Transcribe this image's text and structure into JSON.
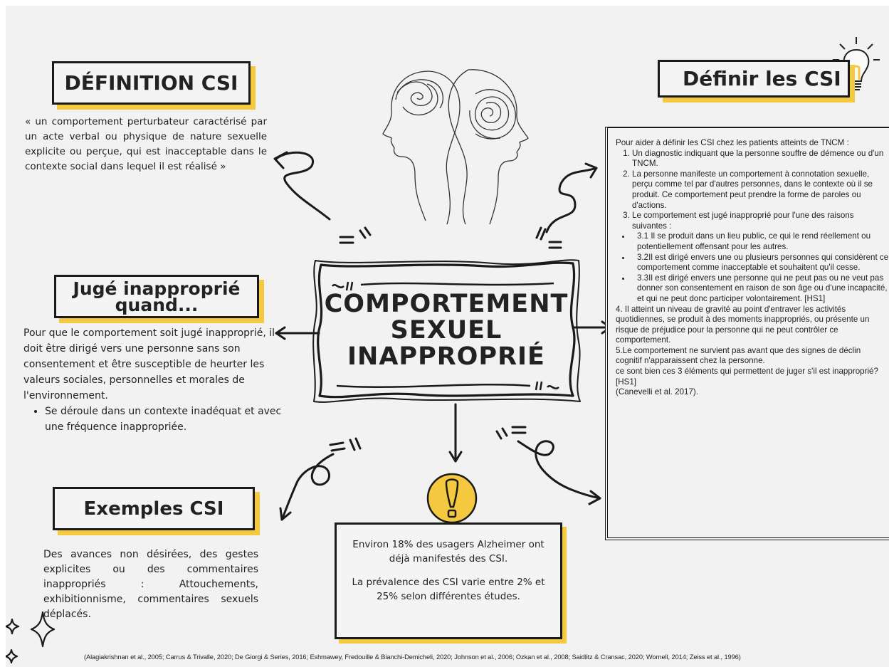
{
  "definition": {
    "title": "DÉFINITION CSI",
    "text": "« un comportement perturbateur caractérisé par un acte verbal ou physique de nature sexuelle explicite ou perçue, qui est inacceptable dans le contexte social dans lequel il est réalisé »"
  },
  "judged": {
    "title_line1": "Jugé inapproprié",
    "title_line2": "quand...",
    "text": "Pour que le comportement soit jugé inapproprié, il doit être dirigé vers une personne sans son consentement et être susceptible de heurter les valeurs sociales, personnelles et morales de l'environnement.",
    "bullet": "Se déroule dans un contexte inadéquat et avec une fréquence inappropriée."
  },
  "examples": {
    "title": "Exemples CSI",
    "text": "Des avances non désirées, des gestes explicites ou des commentaires inappropriés : Attouchements, exhibitionnisme, commentaires sexuels déplacés."
  },
  "center": {
    "line1": "COMPORTEMENT",
    "line2": "SEXUEL",
    "line3": "INAPPROPRIÉ"
  },
  "stats": {
    "p1": "Environ 18% des usagers Alzheimer ont déjà manifestés des CSI.",
    "p2": "La prévalence des CSI varie entre 2% et 25% selon différentes études."
  },
  "define": {
    "title": "Définir les CSI",
    "intro": "Pour aider à définir les CSI chez les patients atteints de TNCM :",
    "item1": "Un diagnostic indiquant que la personne souffre de démence ou d'un TNCM.",
    "item2": "La personne manifeste un comportement à connotation sexuelle, perçu comme tel par d'autres personnes, dans le contexte où il se produit. Ce comportement peut prendre la forme de paroles ou d'actions.",
    "item3": "Le comportement est jugé inapproprié pour l'une des raisons suivantes :",
    "sub1": "3.1 Il se produit dans un lieu public, ce qui le rend réellement ou potentiellement offensant pour les autres.",
    "sub2": "3.2Il est dirigé envers une ou plusieurs personnes qui considèrent ce comportement comme inacceptable et souhaitent qu'il cesse.",
    "sub3": "3.3Il est dirigé envers une personne qui ne peut pas ou ne veut pas donner son consentement en raison de son âge ou d'une incapacité, et qui ne peut donc participer volontairement. [HS1]",
    "para4": "4. Il atteint un niveau de gravité au point d'entraver les activités quotidiennes, se produit à des moments inappropriés, ou présente un risque de préjudice pour la personne qui ne peut contrôler ce comportement.",
    "para5": "5.Le comportement ne survient pas avant que des signes de déclin cognitif n'apparaissent chez la personne.",
    "para6": "ce sont bien ces 3 éléments qui permettent de juger s'il est inapproprié? [HS1]",
    "citation": "(Canevelli et al. 2017)."
  },
  "references": "(Alagiakrishnan et al., 2005; Carrus & Trivalle, 2020; De Giorgi & Series, 2016; Eshmawey, Fredouille & Bianchi-Demicheli, 2020; Johnson et al., 2006; Ozkan et al., 2008; Saidlitz & Cransac, 2020; Wornell, 2014; Zeiss et al., 1996)",
  "icons": [
    "brain-heads-illustration",
    "lightbulb-icon",
    "exclamation-icon",
    "sparkle-star-icon",
    "quote-marks-icon",
    "curly-arrow-icon"
  ],
  "colors": {
    "accent": "#f5c93f",
    "ink": "#1a1a1a",
    "background": "#f2f2f2"
  }
}
